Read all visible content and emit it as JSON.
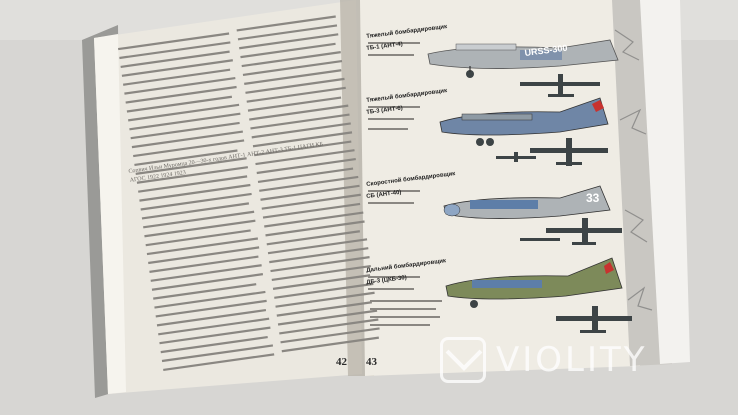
{
  "book": {
    "left_page_number": "42",
    "right_page_number": "43",
    "aircraft": [
      {
        "title": "Тяжелый бомбардировщик",
        "name": "ТБ-1 (АНТ-4)",
        "tail_marking": "URSS-300"
      },
      {
        "title": "Тяжелый бомбардировщик",
        "name": "ТБ-3 (АНТ-6)"
      },
      {
        "title": "Скоростной бомбардировщик",
        "name": "СБ (АНТ-40)",
        "tail_marking": "33"
      },
      {
        "title": "Дальний бомбардировщик",
        "name": "ДБ-3 (ЦКБ-30)"
      }
    ],
    "visible_phrases": [
      "Сопвич",
      "Ильи Муромца",
      "20—30-х годов",
      "АНТ-1",
      "АНТ-2",
      "АНТ-3",
      "ТБ-1",
      "ЦАГИ",
      "КБ АГОС",
      "1922",
      "1924",
      "1923"
    ]
  },
  "watermark": {
    "text": "VIOLITY"
  },
  "colors": {
    "paper": "#efece4",
    "paper_shadow": "#cfcbc2",
    "text_gray": "#8a8782",
    "plane_silver": "#aeb3b6",
    "plane_blue": "#6f86a6",
    "plane_dark": "#3d4446",
    "red_star": "#c8322f",
    "olive": "#7d8a5a"
  }
}
